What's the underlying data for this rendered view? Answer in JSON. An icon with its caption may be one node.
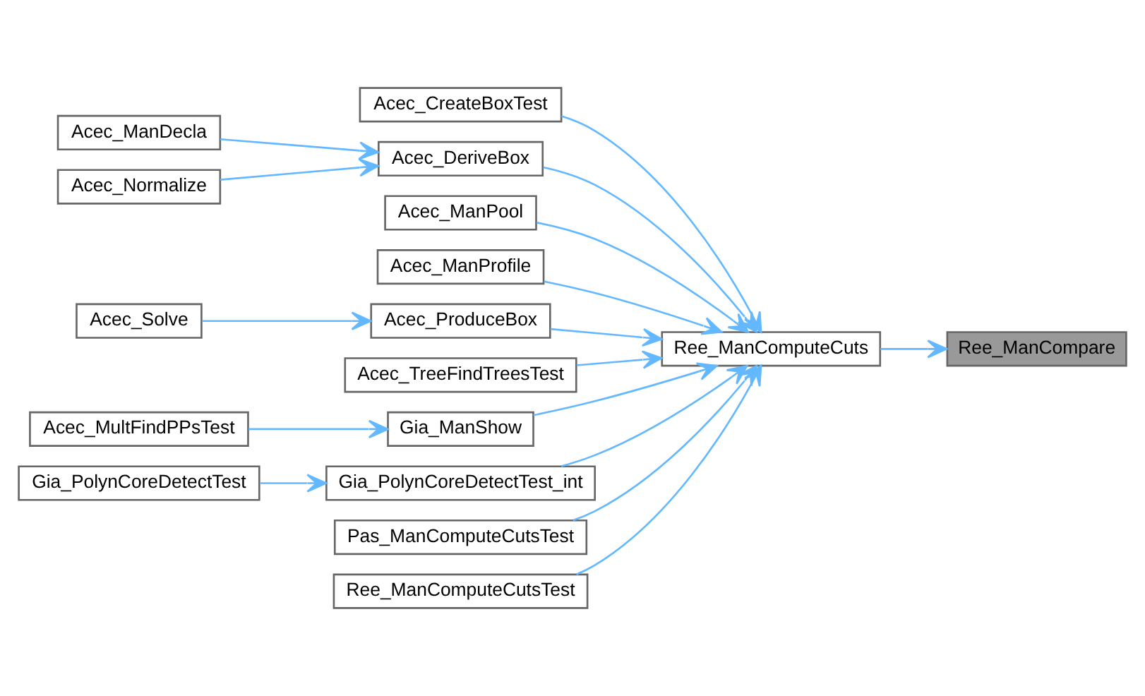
{
  "diagram": {
    "nodes": [
      {
        "text": [
          "Acec_CreateBoxTest"
        ]
      },
      {
        "text": [
          "Acec_ManDecla"
        ]
      },
      {
        "text": [
          "Acec_DeriveBox"
        ]
      },
      {
        "text": [
          "Acec_Normalize"
        ]
      },
      {
        "text": [
          "Acec_ManPool"
        ]
      },
      {
        "text": [
          "Acec_ManProfile"
        ]
      },
      {
        "text": [
          "Acec_Solve"
        ]
      },
      {
        "text": [
          "Acec_ProduceBox"
        ]
      },
      {
        "text": [
          "Ree_ManComputeCuts"
        ]
      },
      {
        "text": [
          "Ree_ManCompare"
        ]
      },
      {
        "text": [
          "Acec_TreeFindTreesTest"
        ]
      },
      {
        "text": [
          "Acec_MultFindPPsTest"
        ]
      },
      {
        "text": [
          "Gia_ManShow"
        ]
      },
      {
        "text": [
          "Gia_PolynCoreDetectTest"
        ]
      },
      {
        "text": [
          "Gia_PolynCoreDetectTest_int"
        ]
      },
      {
        "text": [
          "Pas_ManComputeCutsTest"
        ]
      },
      {
        "text": [
          "Ree_ManComputeCutsTest"
        ]
      }
    ],
    "edges": [
      {
        "from": 8,
        "to": 9,
        "arrow": "to"
      },
      {
        "from": 0,
        "to": 8,
        "arrow": "to"
      },
      {
        "from": 2,
        "to": 8,
        "arrow": "to"
      },
      {
        "from": 1,
        "to": 2,
        "arrow": "to"
      },
      {
        "from": 3,
        "to": 2,
        "arrow": "to"
      },
      {
        "from": 4,
        "to": 8,
        "arrow": "to"
      },
      {
        "from": 5,
        "to": 8,
        "arrow": "to"
      },
      {
        "from": 7,
        "to": 8,
        "arrow": "to"
      },
      {
        "from": 6,
        "to": 7,
        "arrow": "to"
      },
      {
        "from": 10,
        "to": 8,
        "arrow": "to"
      },
      {
        "from": 12,
        "to": 8,
        "arrow": "to"
      },
      {
        "from": 11,
        "to": 12,
        "arrow": "to"
      },
      {
        "from": 14,
        "to": 8,
        "arrow": "to"
      },
      {
        "from": 13,
        "to": 14,
        "arrow": "to"
      },
      {
        "from": 15,
        "to": 8,
        "arrow": "to"
      },
      {
        "from": 16,
        "to": 8,
        "arrow": "to"
      }
    ]
  }
}
